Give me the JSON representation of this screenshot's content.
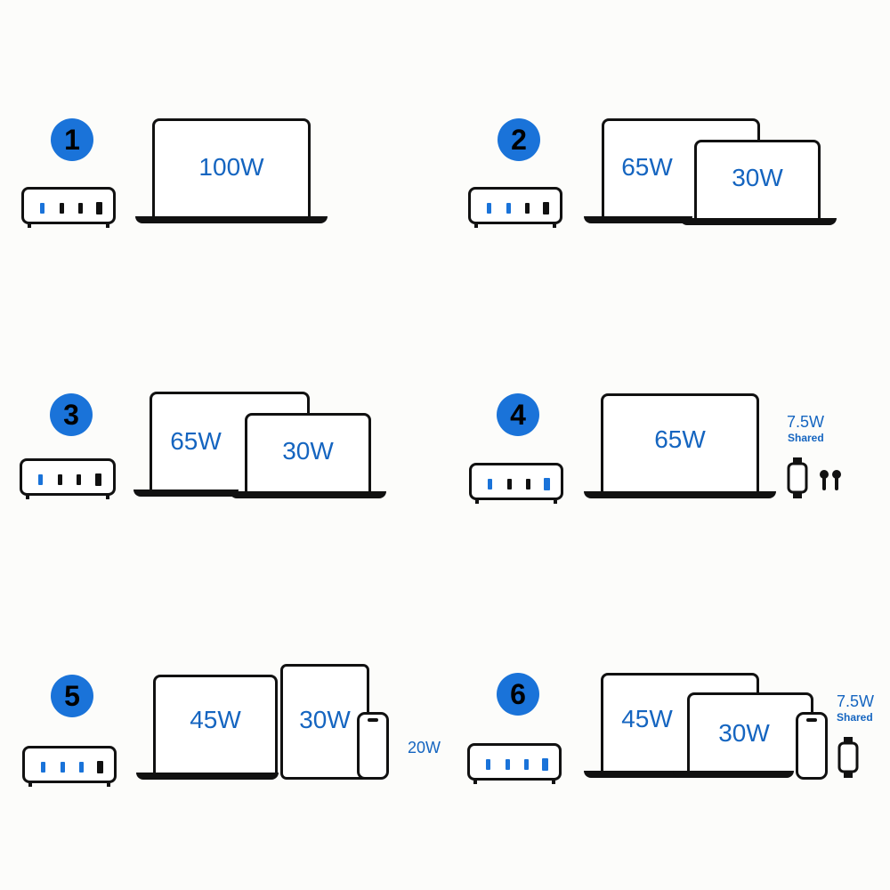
{
  "colors": {
    "accent": "#1a73d9",
    "text_blue": "#1565c0",
    "outline": "#111111"
  },
  "scenarios": [
    {
      "number": "1",
      "laptop1": "100W"
    },
    {
      "number": "2",
      "laptop1": "65W",
      "laptop2": "30W"
    },
    {
      "number": "3",
      "laptop1": "65W",
      "laptop2": "30W"
    },
    {
      "number": "4",
      "laptop1": "65W",
      "accessory_power": "7.5W",
      "accessory_note": "Shared"
    },
    {
      "number": "5",
      "laptop1": "45W",
      "tablet": "30W",
      "phone": "20W"
    },
    {
      "number": "6",
      "laptop1": "45W",
      "laptop2": "30W",
      "accessory_power": "7.5W",
      "accessory_note": "Shared"
    }
  ],
  "icons": [
    "usb-charger-icon",
    "laptop-icon",
    "tablet-icon",
    "phone-icon",
    "smartwatch-icon",
    "earbuds-icon"
  ]
}
